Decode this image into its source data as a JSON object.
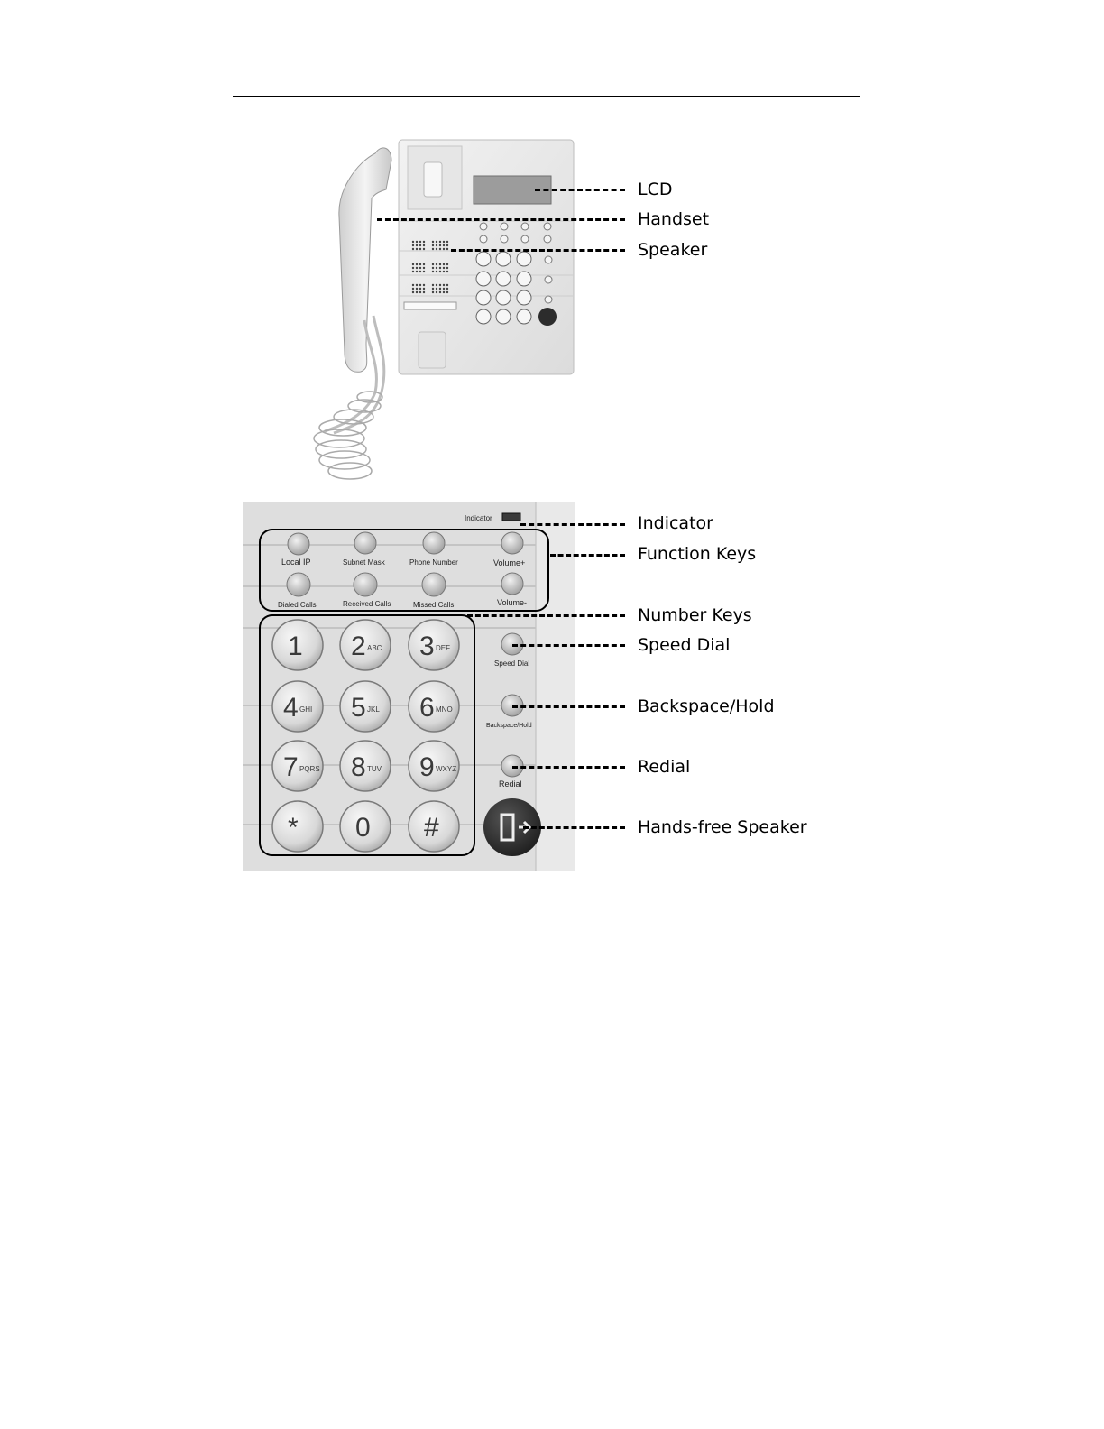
{
  "figure_top": {
    "callouts": [
      {
        "id": "lcd",
        "label": "LCD"
      },
      {
        "id": "handset",
        "label": "Handset"
      },
      {
        "id": "speaker",
        "label": "Speaker"
      }
    ]
  },
  "figure_bottom": {
    "callouts": [
      {
        "id": "indicator",
        "label": "Indicator"
      },
      {
        "id": "function-keys",
        "label": "Function Keys"
      },
      {
        "id": "number-keys",
        "label": "Number Keys"
      },
      {
        "id": "speed-dial",
        "label": "Speed Dial"
      },
      {
        "id": "backspace-hold",
        "label": "Backspace/Hold"
      },
      {
        "id": "redial",
        "label": "Redial"
      },
      {
        "id": "hands-free",
        "label": "Hands-free Speaker"
      }
    ],
    "panel": {
      "indicator_label": "Indicator",
      "function_keys_row1": [
        "Local IP",
        "Subnet Mask",
        "Phone Number",
        "Volume+"
      ],
      "function_keys_row2": [
        "Dialed Calls",
        "Received Calls",
        "Missed Calls",
        "Volume-"
      ],
      "number_keys": [
        {
          "digit": "1",
          "letters": ""
        },
        {
          "digit": "2",
          "letters": "ABC"
        },
        {
          "digit": "3",
          "letters": "DEF"
        },
        {
          "digit": "4",
          "letters": "GHI"
        },
        {
          "digit": "5",
          "letters": "JKL"
        },
        {
          "digit": "6",
          "letters": "MNO"
        },
        {
          "digit": "7",
          "letters": "PQRS"
        },
        {
          "digit": "8",
          "letters": "TUV"
        },
        {
          "digit": "9",
          "letters": "WXYZ"
        },
        {
          "digit": "*",
          "letters": ""
        },
        {
          "digit": "0",
          "letters": ""
        },
        {
          "digit": "#",
          "letters": ""
        }
      ],
      "speed_dial_label": "Speed Dial",
      "backspace_label": "Backspace/Hold",
      "redial_label": "Redial"
    }
  }
}
